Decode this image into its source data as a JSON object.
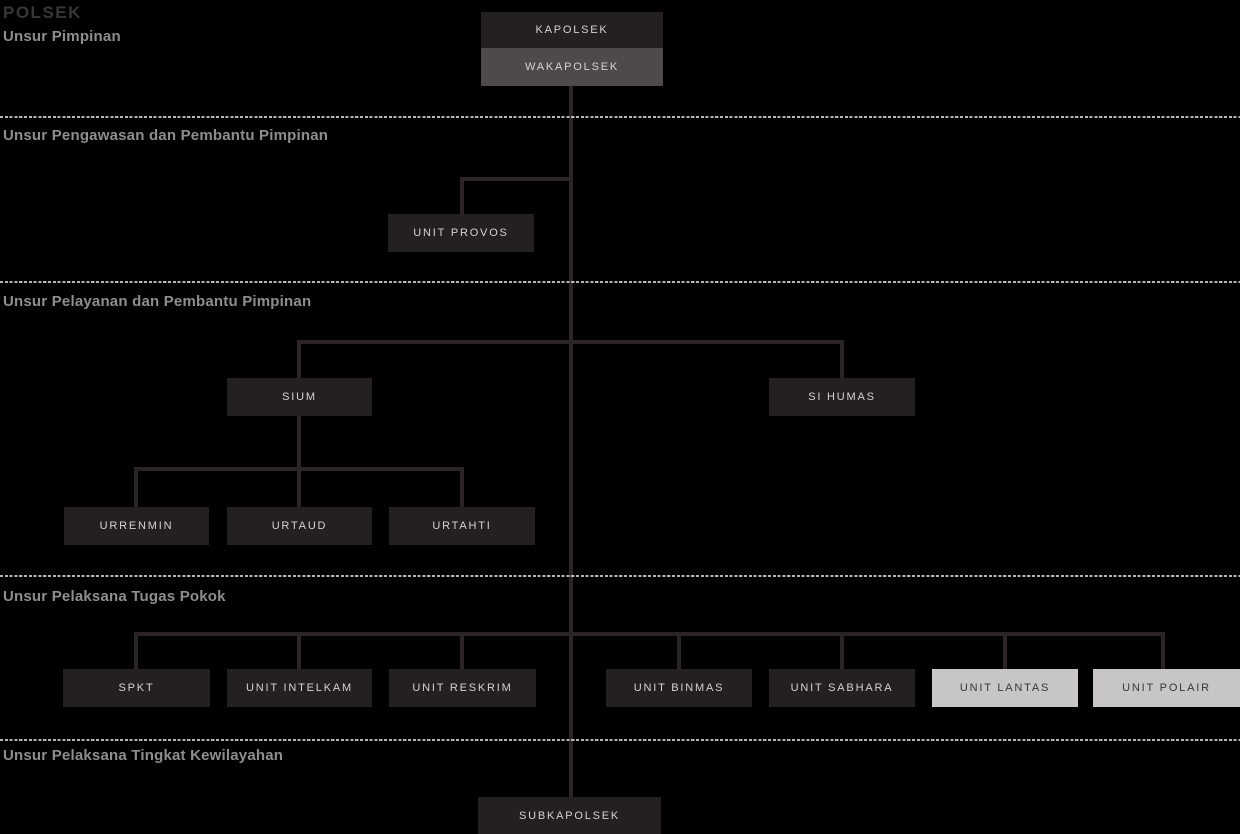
{
  "title": "POLSEK",
  "sections": [
    {
      "heading": "Unsur Pimpinan"
    },
    {
      "heading": "Unsur Pengawasan dan Pembantu Pimpinan"
    },
    {
      "heading": "Unsur Pelayanan dan Pembantu Pimpinan"
    },
    {
      "heading": "Unsur Pelaksana Tugas Pokok"
    },
    {
      "heading": "Unsur Pelaksana Tingkat Kewilayahan"
    }
  ],
  "nodes": {
    "kapolsek": "KAPOLSEK",
    "wakapolsek": "WAKAPOLSEK",
    "unit_provos": "UNIT PROVOS",
    "sium": "SIUM",
    "si_humas": "SI HUMAS",
    "urrenmin": "URRENMIN",
    "urtaud": "URTAUD",
    "urtahti": "URTAHTI",
    "spkt": "SPKT",
    "unit_intelkam": "UNIT INTELKAM",
    "unit_reskrim": "UNIT RESKRIM",
    "unit_binmas": "UNIT BINMAS",
    "unit_sabhara": "UNIT SABHARA",
    "unit_lantas": "UNIT LANTAS",
    "unit_polair": "UNIT POLAIR",
    "subkapolsek": "SUBKAPOLSEK"
  },
  "colors": {
    "bg": "#000000",
    "box_dark": "#241f20",
    "box_gray": "#4e4a4b",
    "box_light": "#c7c5c6",
    "text_light": "#d5d3d4",
    "text_dark": "#3a3637",
    "heading": "#8e8e8e",
    "title": "#3a3536",
    "line": "#2b2425",
    "divider": "#b4b6b5"
  }
}
